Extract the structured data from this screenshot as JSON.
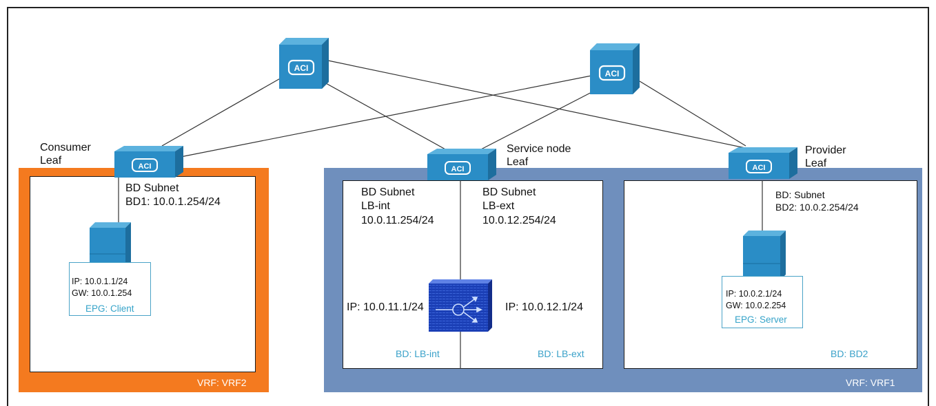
{
  "spines": [
    {
      "label": "ACI"
    },
    {
      "label": "ACI"
    }
  ],
  "leaves": {
    "consumer": {
      "badge": "ACI",
      "title_line1": "Consumer",
      "title_line2": "Leaf"
    },
    "service": {
      "badge": "ACI",
      "title_line1": "Service node",
      "title_line2": "Leaf"
    },
    "provider": {
      "badge": "ACI",
      "title_line1": "Provider",
      "title_line2": "Leaf"
    }
  },
  "vrf2": {
    "label": "VRF: VRF2",
    "bd_subnet_title": "BD Subnet",
    "bd_subnet_value": "BD1: 10.0.1.254/24",
    "client": {
      "ip": "IP: 10.0.1.1/24",
      "gw": "GW: 10.0.1.254",
      "epg": "EPG: Client"
    }
  },
  "vrf1": {
    "label": "VRF: VRF1",
    "lb": {
      "int_subnet_line1": "BD Subnet",
      "int_subnet_line2": "LB-int",
      "int_subnet_line3": "10.0.11.254/24",
      "ext_subnet_line1": "BD Subnet",
      "ext_subnet_line2": "LB-ext",
      "ext_subnet_line3": "10.0.12.254/24",
      "ip_int": "IP: 10.0.11.1/24",
      "ip_ext": "IP: 10.0.12.1/24",
      "bd_int": "BD: LB-int",
      "bd_ext": "BD: LB-ext"
    },
    "bd2": {
      "subnet_line1": "BD: Subnet",
      "subnet_line2": "BD2: 10.0.2.254/24",
      "server": {
        "ip": "IP: 10.0.2.1/24",
        "gw": "GW: 10.0.2.254",
        "epg": "EPG: Server"
      },
      "bd_label": "BD: BD2"
    }
  },
  "colors": {
    "vrf2_fill": "#f47a1f",
    "vrf1_fill": "#6f8fbd",
    "device_blue": "#2d8fc4",
    "label_cyan": "#35a3c9"
  }
}
